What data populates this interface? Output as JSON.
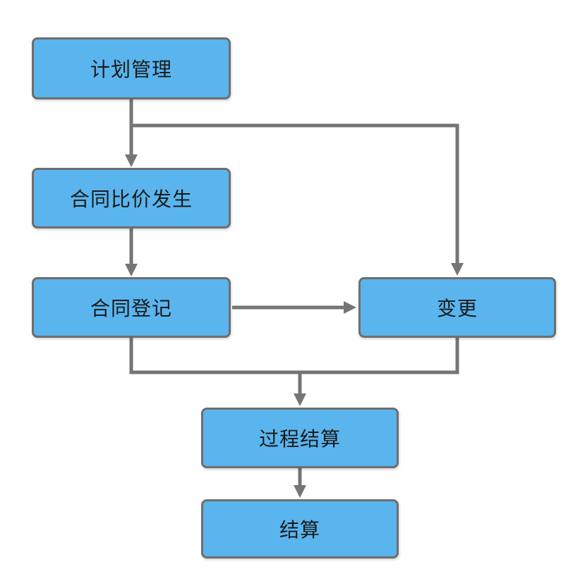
{
  "diagram_type": "flowchart",
  "nodes": [
    {
      "id": "plan",
      "label": "计划管理"
    },
    {
      "id": "price-compare",
      "label": "合同比价发生"
    },
    {
      "id": "contract-register",
      "label": "合同登记"
    },
    {
      "id": "change",
      "label": "变更"
    },
    {
      "id": "process-settlement",
      "label": "过程结算"
    },
    {
      "id": "settlement",
      "label": "结算"
    }
  ],
  "edges": [
    {
      "from": "plan",
      "to": "price-compare"
    },
    {
      "from": "plan",
      "to": "change"
    },
    {
      "from": "price-compare",
      "to": "contract-register"
    },
    {
      "from": "contract-register",
      "to": "change"
    },
    {
      "from": "contract-register",
      "to": "process-settlement"
    },
    {
      "from": "change",
      "to": "process-settlement"
    },
    {
      "from": "process-settlement",
      "to": "settlement"
    }
  ],
  "colors": {
    "node_fill": "#5AB5EE",
    "node_border": "#6E6E6E",
    "connector": "#757575",
    "text": "#1A1A1A",
    "background": "#FFFFFF"
  }
}
